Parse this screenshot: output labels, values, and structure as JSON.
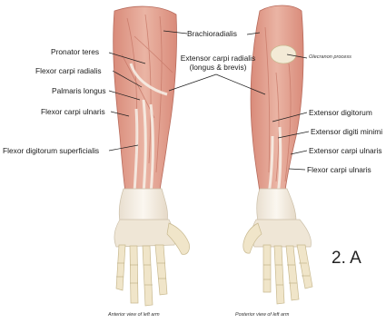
{
  "labels_left": [
    "Pronator teres",
    "Flexor carpi radialis",
    "Palmaris longus",
    "Flexor carpi ulnaris",
    "Flexor digitorum superficialis"
  ],
  "labels_top": {
    "brachioradialis": "Brachioradialis",
    "ecr_line1": "Extensor carpi radialis",
    "ecr_line2": "(longus & brevis)",
    "olecranon": "Olecranon process"
  },
  "labels_right": [
    "Extensor digitorum",
    "Extensor digiti minimi",
    "Extensor carpi ulnaris",
    "Flexor carpi ulnaris"
  ],
  "captions": {
    "anterior": "Anterior view of left arm",
    "posterior": "Posterior view of left arm"
  },
  "slide_fragment": "2.   A",
  "colors": {
    "muscle": "#e5a08f",
    "muscle_dark": "#c9776a",
    "tendon": "#f4ede2",
    "bone": "#efe3c4",
    "bone_edge": "#c8b98f",
    "leader": "#1f1f1f"
  }
}
